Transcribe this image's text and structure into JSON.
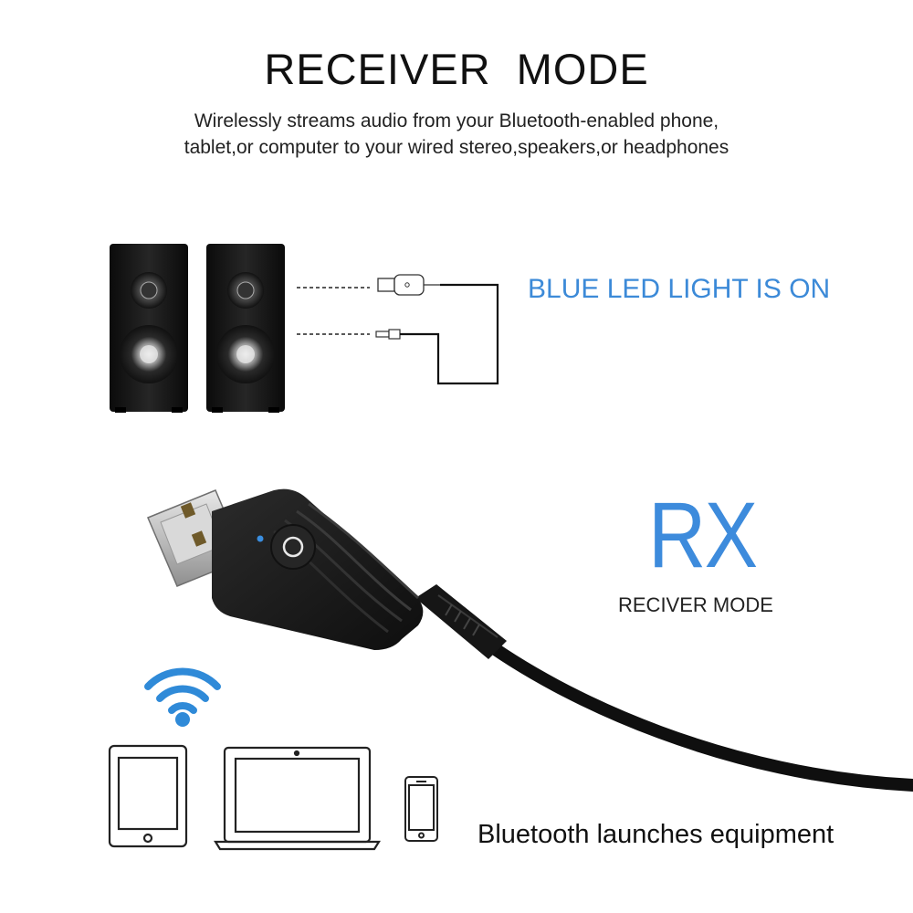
{
  "header": {
    "title": "RECEIVER  MODE",
    "subtitle_line1": "Wirelessly streams audio from your Bluetooth-enabled phone,",
    "subtitle_line2": "tablet,or computer to your wired stereo,speakers,or headphones"
  },
  "status": {
    "led_text": "BLUE LED LIGHT IS ON"
  },
  "mode": {
    "code": "RX",
    "label": "RECIVER MODE"
  },
  "footer": {
    "caption": "Bluetooth launches equipment"
  },
  "colors": {
    "accent_blue": "#3c8ad8",
    "device_black": "#1a1a1a",
    "background": "#ffffff"
  },
  "icons": [
    "speaker-icon",
    "usb-plug-icon",
    "audio-jack-icon",
    "wifi-icon",
    "tablet-icon",
    "laptop-icon",
    "phone-icon",
    "power-button-icon"
  ]
}
